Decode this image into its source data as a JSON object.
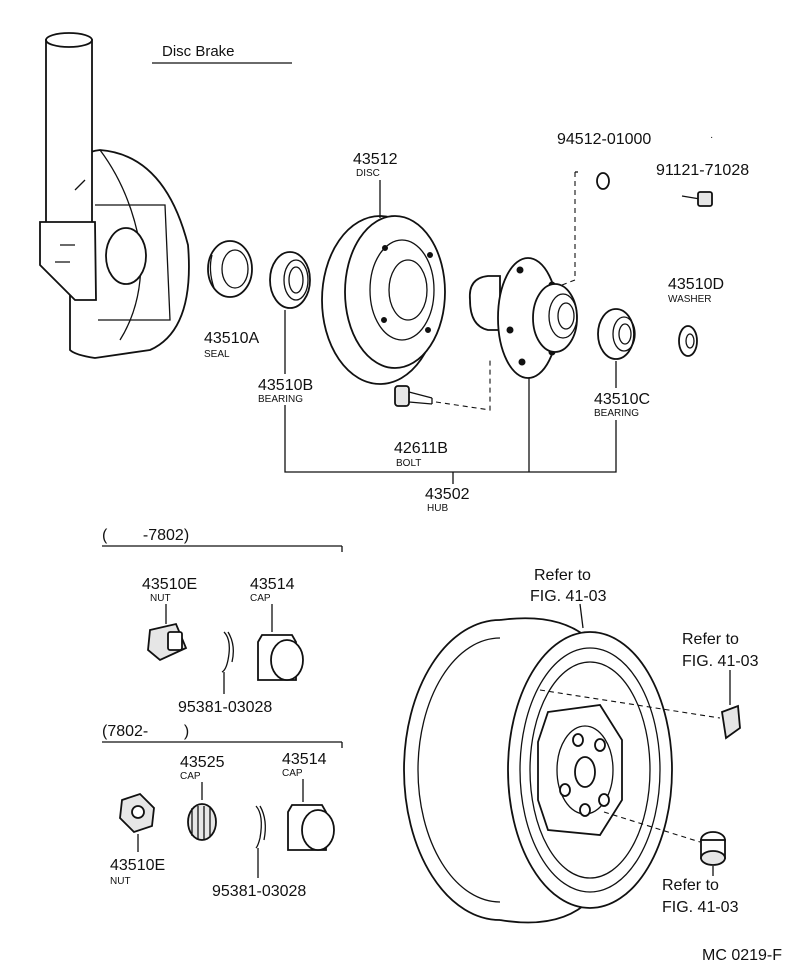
{
  "title": "Disc Brake",
  "figure_code": "MC 0219-F",
  "parts": {
    "disc": {
      "number": "43512",
      "name": "DISC"
    },
    "seal": {
      "number": "43510A",
      "name": "SEAL"
    },
    "inner_bearing": {
      "number": "43510B",
      "name": "BEARING"
    },
    "outer_bearing": {
      "number": "43510C",
      "name": "BEARING"
    },
    "washer": {
      "number": "43510D",
      "name": "WASHER"
    },
    "bolt": {
      "number": "42611B",
      "name": "BOLT"
    },
    "hub": {
      "number": "43502",
      "name": "HUB"
    },
    "nut_94512": {
      "number": "94512-01000"
    },
    "bolt_91121": {
      "number": "91121-71028"
    }
  },
  "group_early": {
    "range": "(        -7802)",
    "nut": {
      "number": "43510E",
      "name": "NUT"
    },
    "cap": {
      "number": "43514",
      "name": "CAP"
    },
    "cotter_pin": {
      "number": "95381-03028"
    }
  },
  "group_late": {
    "range": "(7802-        )",
    "lock_cap": {
      "number": "43525",
      "name": "CAP"
    },
    "cap": {
      "number": "43514",
      "name": "CAP"
    },
    "nut": {
      "number": "43510E",
      "name": "NUT"
    },
    "cotter_pin": {
      "number": "95381-03028"
    }
  },
  "references": {
    "wheel": {
      "line1": "Refer to",
      "line2": "FIG. 41-03"
    },
    "valve": {
      "line1": "Refer to",
      "line2": "FIG. 41-03"
    },
    "lug_nut": {
      "line1": "Refer to",
      "line2": "FIG. 41-03"
    }
  }
}
